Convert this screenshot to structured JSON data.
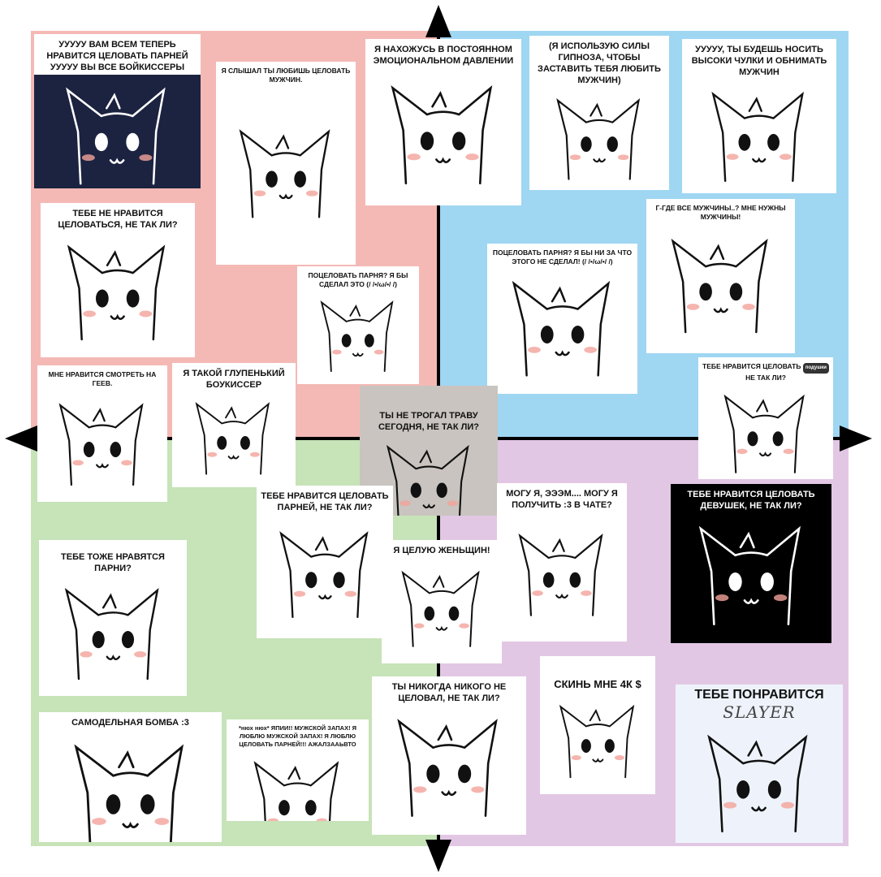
{
  "colors": {
    "top_left": "#f4b9b5",
    "top_right": "#9fd6f2",
    "bottom_left": "#c7e3b8",
    "bottom_right": "#e2c7e4"
  },
  "cards": [
    {
      "caption": "УУУУУ ВАМ ВСЕМ ТЕПЕРЬ НРАВИТСЯ ЦЕЛОВАТЬ ПАРНЕЙ УУУУУ ВЫ ВСЕ БОЙКИССЕРЫ"
    },
    {
      "caption": "Я СЛЫШАЛ ТЫ ЛЮБИШЬ ЦЕЛОВАТЬ МУЖЧИН."
    },
    {
      "caption": "Я НАХОЖУСЬ В ПОСТОЯННОМ ЭМОЦИОНАЛЬНОМ ДАВЛЕНИИ"
    },
    {
      "caption": "(Я ИСПОЛЬЗУЮ СИЛЫ ГИПНОЗА, ЧТОБЫ ЗАСТАВИТЬ ТЕБЯ ЛЮБИТЬ МУЖЧИН)"
    },
    {
      "caption": "УУУУУ, ТЫ БУДЕШЬ НОСИТЬ ВЫСОКИ ЧУЛКИ И ОБНИМАТЬ МУЖЧИН"
    },
    {
      "caption": "ТЕБЕ НЕ НРАВИТСЯ ЦЕЛОВАТЬСЯ, НЕ ТАК ЛИ?"
    },
    {
      "caption": "ПОЦЕЛОВАТЬ ПАРНЯ? Я БЫ СДЕЛАЛ ЭТО (/ /•/ω/•/ /)"
    },
    {
      "caption": "ПОЦЕЛОВАТЬ ПАРНЯ? Я БЫ НИ ЗА ЧТО ЭТОГО НЕ СДЕЛАЛ! (/ /•/ω/•/ /)"
    },
    {
      "caption": "Г-ГДЕ ВСЕ МУЖЧИНЫ..? МНЕ НУЖНЫ МУЖЧИНЫ!"
    },
    {
      "caption": "ТЕБЕ НРАВИТСЯ ЦЕЛОВАТЬ",
      "pill": "подушки",
      "caption2": "НЕ ТАК ЛИ?"
    },
    {
      "caption": "МНЕ НРАВИТСЯ СМОТРЕТЬ НА ГЕЕВ."
    },
    {
      "caption": "Я ТАКОЙ ГЛУПЕНЬКИЙ БОУКИССЕР"
    },
    {
      "caption": "ТЫ НЕ ТРОГАЛ ТРАВУ СЕГОДНЯ, НЕ ТАК ЛИ?"
    },
    {
      "caption": "ТЕБЕ НРАВИТСЯ ЦЕЛОВАТЬ ПАРНЕЙ, НЕ ТАК ЛИ?"
    },
    {
      "caption": "МОГУ Я, ЭЭЭМ.... МОГУ Я ПОЛУЧИТЬ :3 В ЧАТЕ?"
    },
    {
      "caption": "ТЕБЕ НРАВИТСЯ ЦЕЛОВАТЬ ДЕВУШЕК, НЕ ТАК ЛИ?"
    },
    {
      "caption": "ТЕБЕ ТОЖЕ НРАВЯТСЯ ПАРНИ?"
    },
    {
      "caption": "Я ЦЕЛУЮ ЖЕНЬЩИН!"
    },
    {
      "caption": "САМОДЕЛЬНАЯ БОМБА :3"
    },
    {
      "caption": "*нюх нюх* ЯПИИ!! МУЖСКОЙ ЗАПАХ! Я ЛЮБЛЮ МУЖСКОЙ ЗАПАХ! Я ЛЮБЛЮ ЦЕЛОВАТЬ ПАРНЕЙ!!! АЖАЛЗААЬВТО"
    },
    {
      "caption": "ТЫ НИКОГДА НИКОГО НЕ ЦЕЛОВАЛ, НЕ ТАК ЛИ?"
    },
    {
      "caption": "СКИНЬ МНЕ 4К $"
    },
    {
      "caption": "ТЕБЕ ПОНРАВИТСЯ",
      "logo": "SLAYER"
    }
  ]
}
